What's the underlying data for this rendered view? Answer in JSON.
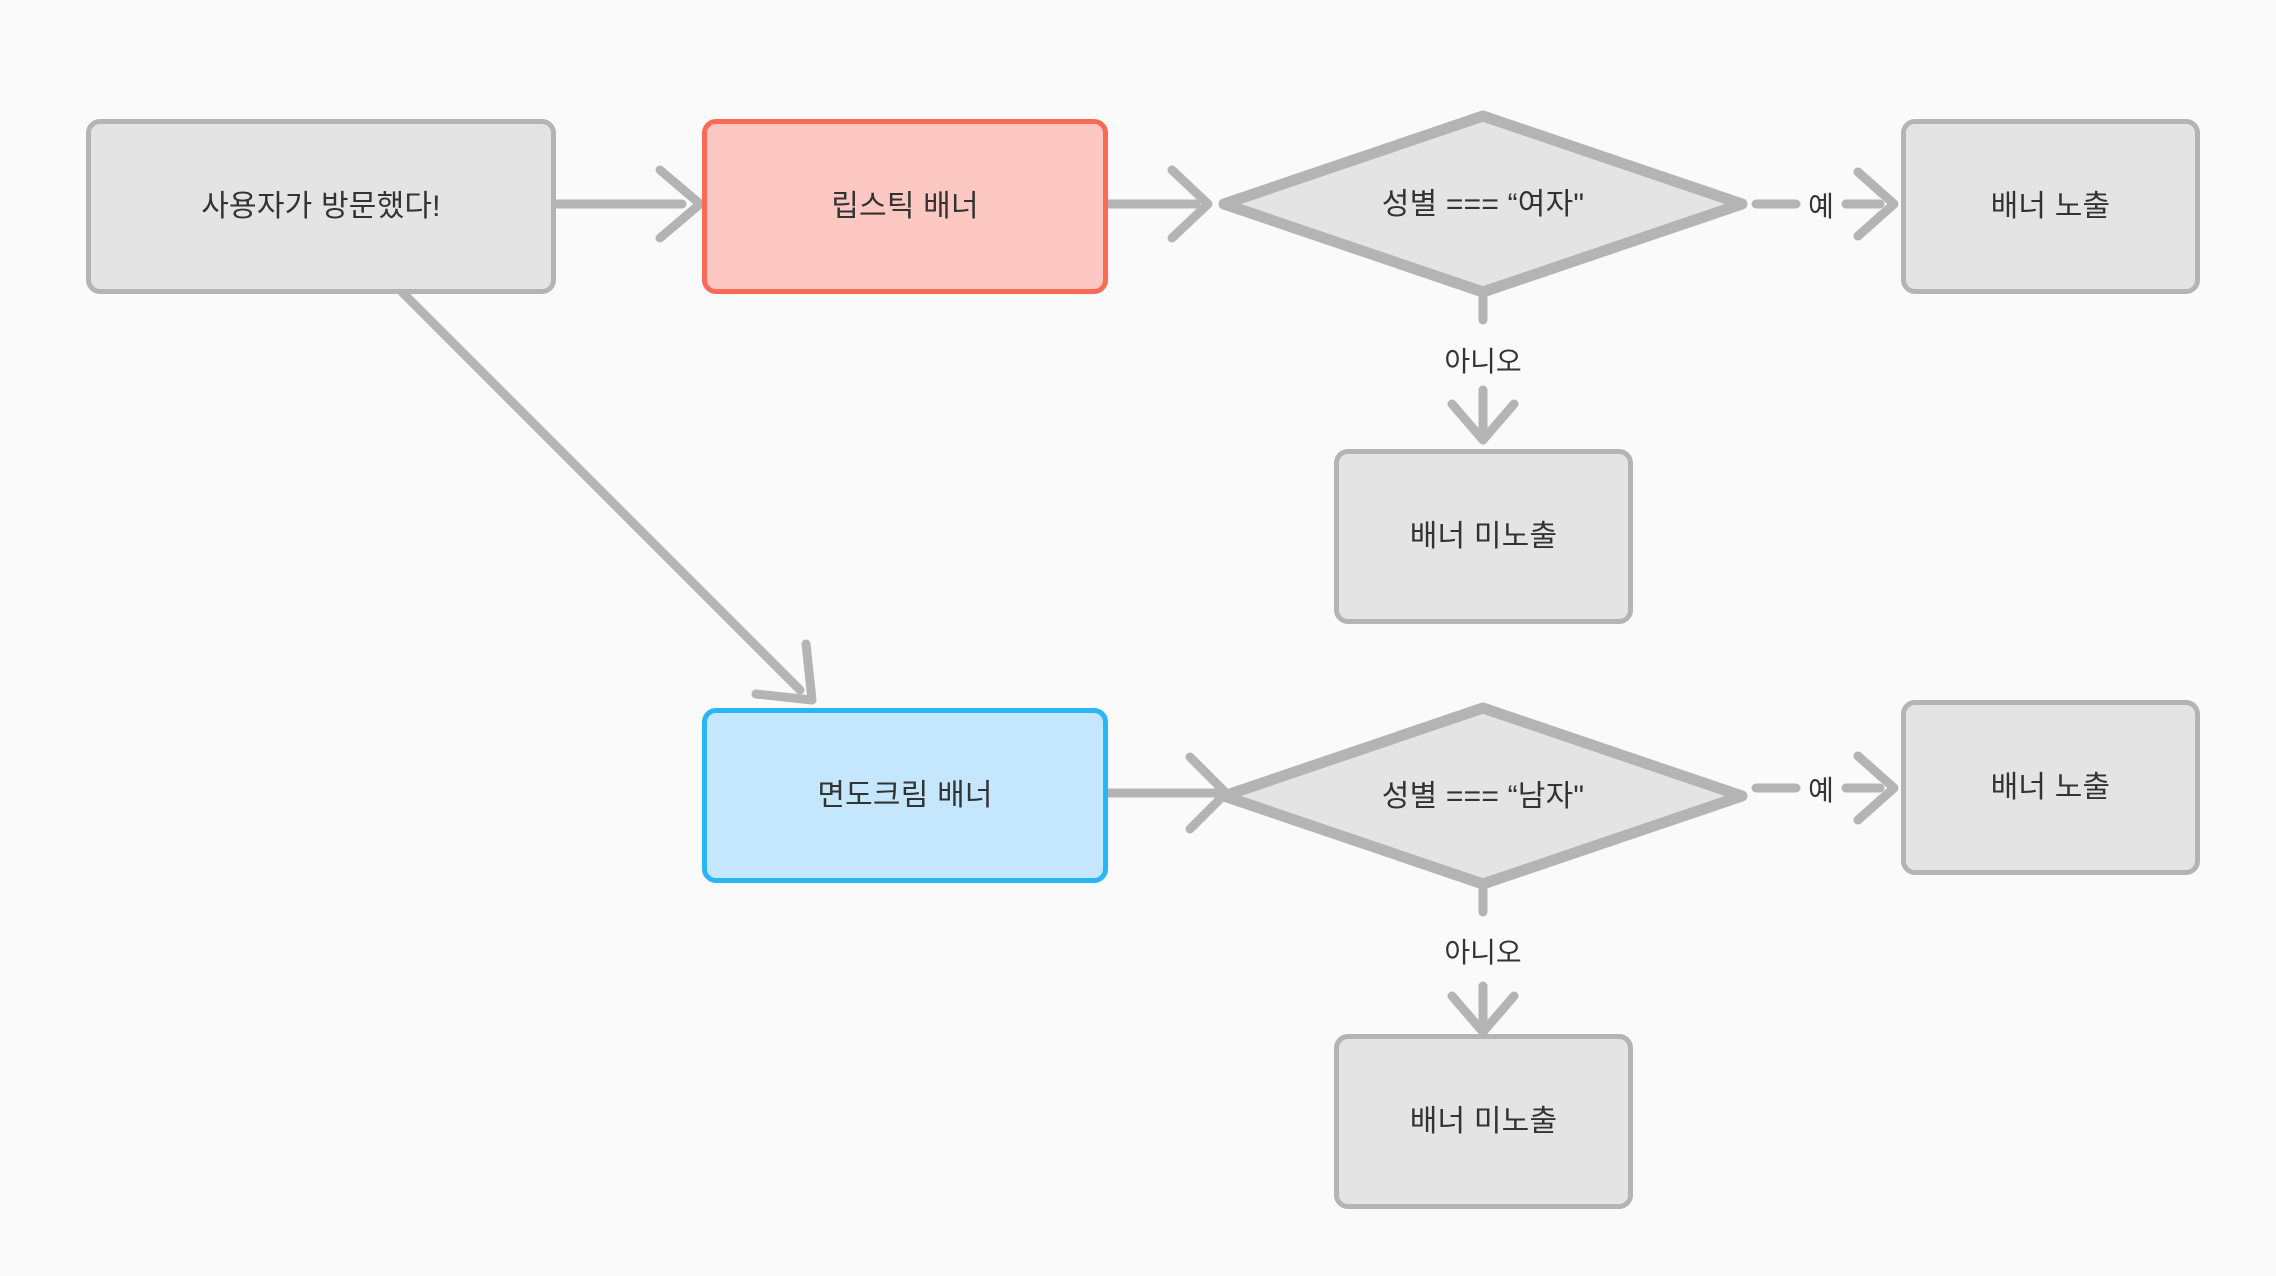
{
  "diagram": {
    "type": "flowchart",
    "background_color": "#fafafa",
    "palette": {
      "neutral_border": "#b4b4b4",
      "neutral_fill": "#e4e4e4",
      "red_border": "#fa6a56",
      "red_fill": "#fcc8c1",
      "blue_border": "#29b6f6",
      "blue_fill": "#c5e7fd",
      "edge_stroke": "#b4b4b4",
      "text_color": "#333333"
    },
    "nodes": [
      {
        "id": "visit",
        "label": "사용자가 방문했다!",
        "shape": "rounded-rect",
        "style": "neutral"
      },
      {
        "id": "lipstick",
        "label": "립스틱 배너",
        "shape": "rounded-rect",
        "style": "red"
      },
      {
        "id": "cond_female",
        "label": "성별 === “여자\"",
        "shape": "diamond",
        "style": "neutral"
      },
      {
        "id": "show_f",
        "label": "배너 노출",
        "shape": "rounded-rect",
        "style": "neutral"
      },
      {
        "id": "hide_f",
        "label": "배너 미노출",
        "shape": "rounded-rect",
        "style": "neutral"
      },
      {
        "id": "shavecream",
        "label": "면도크림 배너",
        "shape": "rounded-rect",
        "style": "blue"
      },
      {
        "id": "cond_male",
        "label": "성별 === “남자\"",
        "shape": "diamond",
        "style": "neutral"
      },
      {
        "id": "show_m",
        "label": "배너 노출",
        "shape": "rounded-rect",
        "style": "neutral"
      },
      {
        "id": "hide_m",
        "label": "배너 미노출",
        "shape": "rounded-rect",
        "style": "neutral"
      }
    ],
    "edges": [
      {
        "from": "visit",
        "to": "lipstick",
        "label": ""
      },
      {
        "from": "visit",
        "to": "shavecream",
        "label": ""
      },
      {
        "from": "lipstick",
        "to": "cond_female",
        "label": ""
      },
      {
        "from": "cond_female",
        "to": "show_f",
        "label": "예"
      },
      {
        "from": "cond_female",
        "to": "hide_f",
        "label": "아니오"
      },
      {
        "from": "shavecream",
        "to": "cond_male",
        "label": ""
      },
      {
        "from": "cond_male",
        "to": "show_m",
        "label": "예"
      },
      {
        "from": "cond_male",
        "to": "hide_m",
        "label": "아니오"
      }
    ],
    "edge_labels": {
      "yes_female": "예",
      "no_female": "아니오",
      "yes_male": "예",
      "no_male": "아니오"
    }
  }
}
